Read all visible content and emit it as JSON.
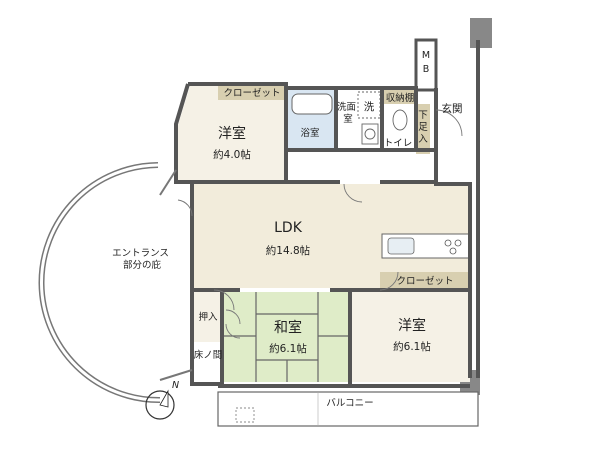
{
  "rooms": {
    "western_room_1": {
      "name": "洋室",
      "area": "約4.0帖"
    },
    "ldk": {
      "name": "LDK",
      "area": "約14.8帖"
    },
    "japanese_room": {
      "name": "和室",
      "area": "約6.1帖"
    },
    "western_room_2": {
      "name": "洋室",
      "area": "約6.1帖"
    }
  },
  "labels": {
    "closet_top": "クローゼット",
    "closet_kitchen": "クローゼット",
    "bathroom": "浴室",
    "washroom": "洗面室",
    "washer": "洗",
    "storage_shelf": "収納棚",
    "toilet": "トイレ",
    "shoe_storage": "下足入",
    "entrance": "玄関",
    "meter_box": "MB",
    "entrance_eave": [
      "エントランス",
      "部分の庇"
    ],
    "oshiire": "押入",
    "tokonoma": "床ノ間",
    "balcony": "バルコニー",
    "north": "N"
  },
  "colors": {
    "western_floor": "#f5f1e6",
    "ldk_floor": "#f2ecdb",
    "tatami": "#dfecc8",
    "wet_area": "#ffffff",
    "closet_band": "#d8cfb0",
    "tile_blue": "#d9e6f2",
    "wall": "#555555"
  }
}
